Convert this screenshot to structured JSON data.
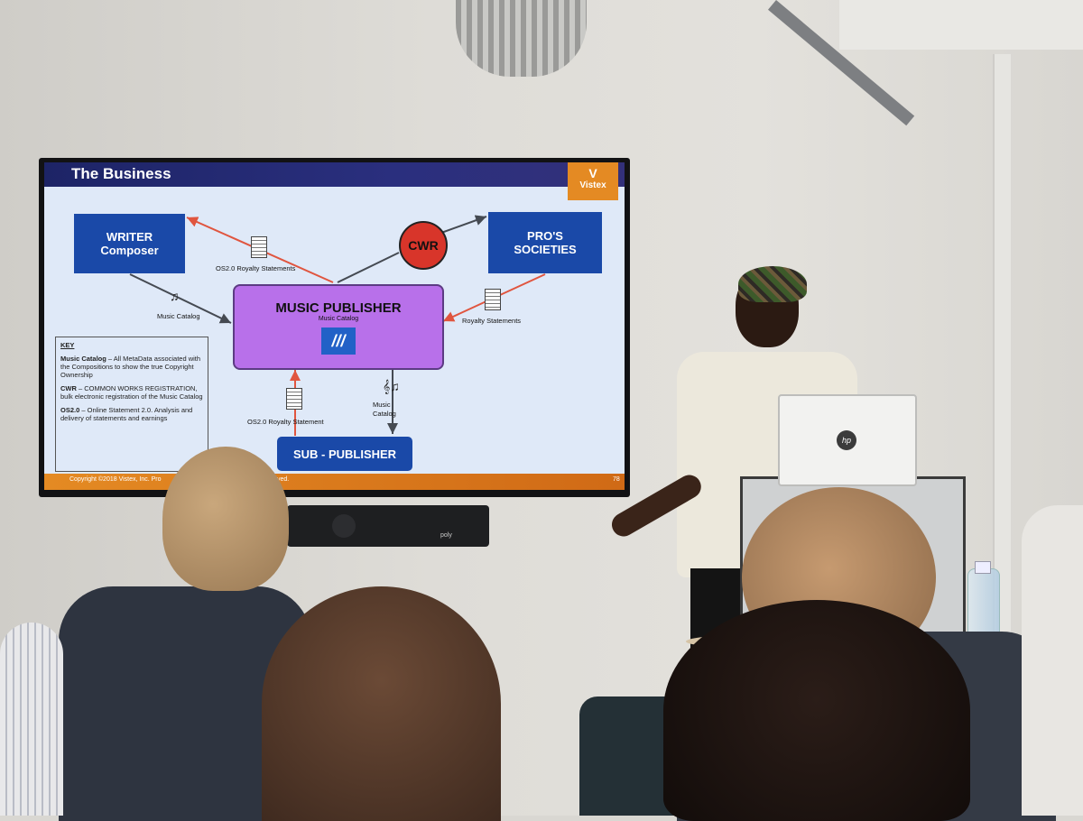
{
  "slide": {
    "title": "The Business",
    "logo": {
      "name": "Vistex",
      "glyph": "V"
    },
    "footer": {
      "copyright": "Copyright ©2018 Vistex, Inc. Pro",
      "copyright_tail": "ved.",
      "page": "78"
    },
    "nodes": {
      "writer": [
        "WRITER",
        "Composer"
      ],
      "pros": [
        "PRO'S",
        "SOCIETIES"
      ],
      "publisher": "MUSIC PUBLISHER",
      "publisher_sub": "Music Catalog",
      "sub_publisher": "SUB - PUBLISHER",
      "cwr": "CWR"
    },
    "edge_labels": {
      "os_statements": "OS2.0 Royalty Statements",
      "music_catalog_left": "Music Catalog",
      "royalty_statements": "Royalty Statements",
      "os_statement": "OS2.0 Royalty Statement",
      "music_catalog_bottom_1": "Music",
      "music_catalog_bottom_2": "Catalog"
    },
    "key": {
      "title": "KEY",
      "entries": [
        {
          "term": "Music Catalog",
          "desc": " – All MetaData associated with the Compositions to show the true Copyright Ownership"
        },
        {
          "term": "CWR",
          "desc": " – COMMON WORKS REGISTRATION, bulk electronic registration of the Music Catalog"
        },
        {
          "term": "OS2.0",
          "desc": " – Online Statement 2.0. Analysis and delivery of statements and earnings"
        }
      ]
    }
  },
  "soundbar": {
    "brand": "poly"
  },
  "laptop": {
    "brand": "hp"
  },
  "colors": {
    "slide_header": "#1d2466",
    "box_blue": "#1a49a8",
    "publisher_purple": "#b870ea",
    "cwr_red": "#d8352a",
    "accent_orange": "#e48a23",
    "arrow_red": "#e0553f",
    "arrow_gray": "#454a52"
  }
}
